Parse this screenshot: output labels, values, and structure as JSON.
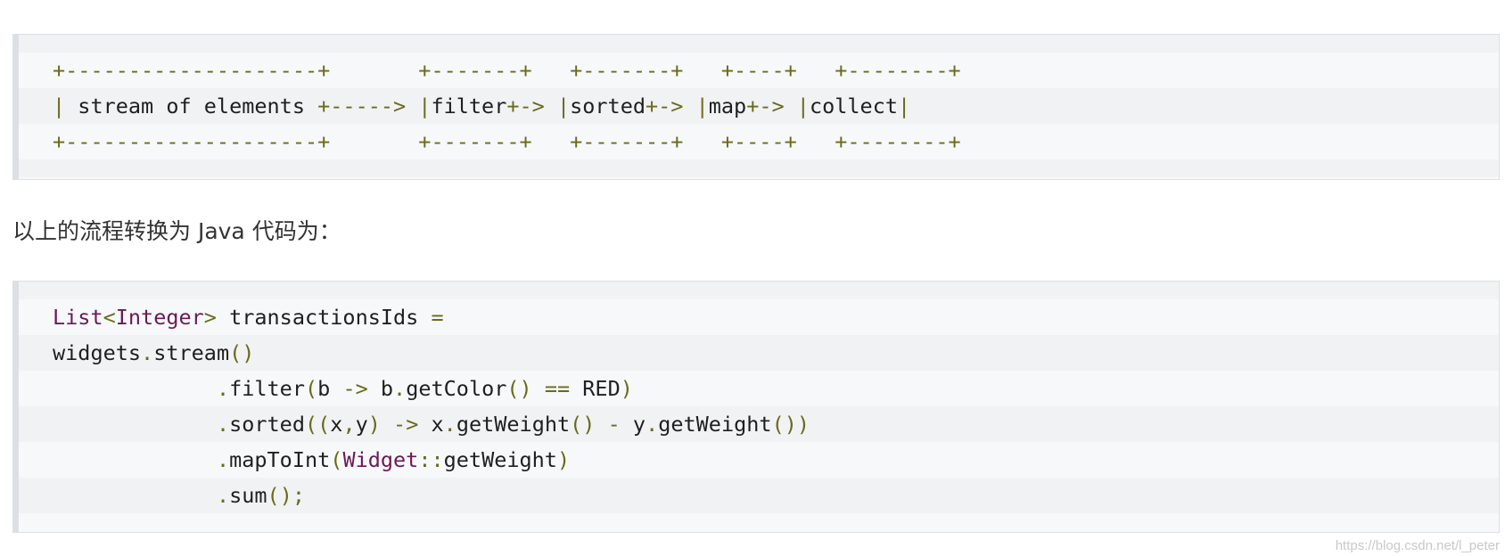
{
  "diagram_block": {
    "lines": [
      [
        {
          "t": "+--------------------+       +-------+   +-------+   +----+   +--------+",
          "c": "op"
        }
      ],
      [
        {
          "t": "| ",
          "c": "op"
        },
        {
          "t": "stream of elements ",
          "c": "tx"
        },
        {
          "t": "+-----> |",
          "c": "op"
        },
        {
          "t": "filter",
          "c": "tx"
        },
        {
          "t": "+-> |",
          "c": "op"
        },
        {
          "t": "sorted",
          "c": "tx"
        },
        {
          "t": "+-> |",
          "c": "op"
        },
        {
          "t": "map",
          "c": "tx"
        },
        {
          "t": "+-> |",
          "c": "op"
        },
        {
          "t": "collect",
          "c": "tx"
        },
        {
          "t": "|",
          "c": "op"
        }
      ],
      [
        {
          "t": "+--------------------+       +-------+   +-------+   +----+   +--------+",
          "c": "op"
        }
      ]
    ]
  },
  "paragraph": "以上的流程转换为 Java 代码为：",
  "code_block": {
    "lines": [
      [
        {
          "t": "List",
          "c": "ty"
        },
        {
          "t": "<",
          "c": "op"
        },
        {
          "t": "Integer",
          "c": "ty"
        },
        {
          "t": "> ",
          "c": "op"
        },
        {
          "t": "transactionsIds ",
          "c": "tx"
        },
        {
          "t": "=",
          "c": "op"
        }
      ],
      [
        {
          "t": "widgets",
          "c": "tx"
        },
        {
          "t": ".",
          "c": "op"
        },
        {
          "t": "stream",
          "c": "tx"
        },
        {
          "t": "()",
          "c": "op"
        }
      ],
      [
        {
          "t": "             ",
          "c": "tx"
        },
        {
          "t": ".",
          "c": "op"
        },
        {
          "t": "filter",
          "c": "tx"
        },
        {
          "t": "(",
          "c": "op"
        },
        {
          "t": "b ",
          "c": "tx"
        },
        {
          "t": "-> ",
          "c": "op"
        },
        {
          "t": "b",
          "c": "tx"
        },
        {
          "t": ".",
          "c": "op"
        },
        {
          "t": "getColor",
          "c": "tx"
        },
        {
          "t": "() == ",
          "c": "op"
        },
        {
          "t": "RED",
          "c": "tx"
        },
        {
          "t": ")",
          "c": "op"
        }
      ],
      [
        {
          "t": "             ",
          "c": "tx"
        },
        {
          "t": ".",
          "c": "op"
        },
        {
          "t": "sorted",
          "c": "tx"
        },
        {
          "t": "((",
          "c": "op"
        },
        {
          "t": "x",
          "c": "tx"
        },
        {
          "t": ",",
          "c": "op"
        },
        {
          "t": "y",
          "c": "tx"
        },
        {
          "t": ") -> ",
          "c": "op"
        },
        {
          "t": "x",
          "c": "tx"
        },
        {
          "t": ".",
          "c": "op"
        },
        {
          "t": "getWeight",
          "c": "tx"
        },
        {
          "t": "() - ",
          "c": "op"
        },
        {
          "t": "y",
          "c": "tx"
        },
        {
          "t": ".",
          "c": "op"
        },
        {
          "t": "getWeight",
          "c": "tx"
        },
        {
          "t": "())",
          "c": "op"
        }
      ],
      [
        {
          "t": "             ",
          "c": "tx"
        },
        {
          "t": ".",
          "c": "op"
        },
        {
          "t": "mapToInt",
          "c": "tx"
        },
        {
          "t": "(",
          "c": "op"
        },
        {
          "t": "Widget",
          "c": "ty"
        },
        {
          "t": "::",
          "c": "op"
        },
        {
          "t": "getWeight",
          "c": "tx"
        },
        {
          "t": ")",
          "c": "op"
        }
      ],
      [
        {
          "t": "             ",
          "c": "tx"
        },
        {
          "t": ".",
          "c": "op"
        },
        {
          "t": "sum",
          "c": "tx"
        },
        {
          "t": "();",
          "c": "op"
        }
      ]
    ]
  },
  "watermark": "https://blog.csdn.net/l_peter",
  "colors": {
    "operator": "#6b6a1a",
    "type": "#6b1a55",
    "text": "#1f1f1f",
    "block_bg": "#f6f8fa",
    "stripe_bg": "#f1f2f4"
  }
}
